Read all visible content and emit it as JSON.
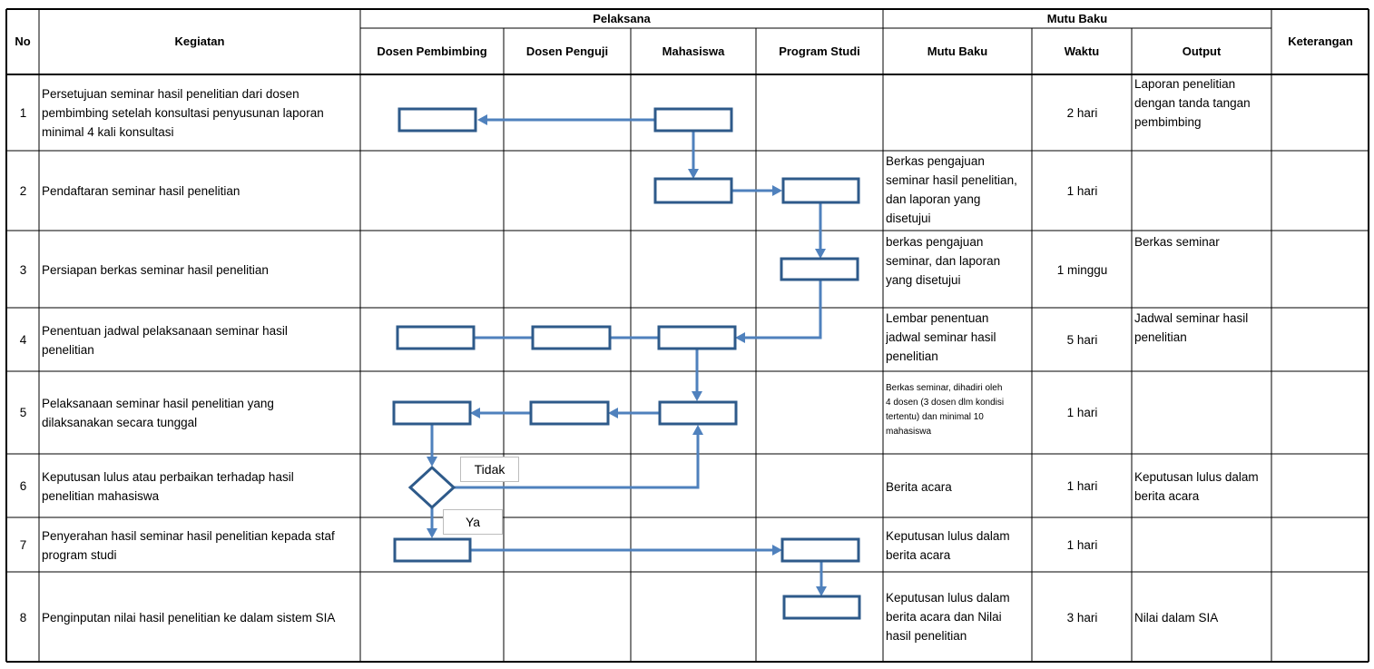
{
  "header": {
    "no": "No",
    "kegiatan": "Kegiatan",
    "pelaksana": "Pelaksana",
    "pelaksana_cols": [
      "Dosen Pembimbing",
      "Dosen Penguji",
      "Mahasiswa",
      "Program Studi"
    ],
    "mutu_baku_group": "Mutu Baku",
    "mutu_cols": [
      "Mutu Baku",
      "Waktu",
      "Output"
    ],
    "keterangan": "Keterangan"
  },
  "rows": [
    {
      "no": "1",
      "kegiatan": "Persetujuan seminar hasil penelitian dari dosen\npembimbing setelah konsultasi penyusunan laporan\nminimal 4 kali konsultasi",
      "mutu": "",
      "waktu": "2 hari",
      "output": "Laporan penelitian\ndengan tanda tangan\npembimbing"
    },
    {
      "no": "2",
      "kegiatan": "Pendaftaran seminar hasil penelitian",
      "mutu": "Berkas pengajuan\nseminar hasil penelitian,\ndan laporan  yang\ndisetujui",
      "waktu": "1 hari",
      "output": ""
    },
    {
      "no": "3",
      "kegiatan": "Persiapan berkas seminar hasil penelitian",
      "mutu": "berkas pengajuan\nseminar, dan laporan\nyang disetujui",
      "waktu": "1 minggu",
      "output": "Berkas seminar"
    },
    {
      "no": "4",
      "kegiatan": "Penentuan jadwal pelaksanaan seminar hasil\npenelitian",
      "mutu": "Lembar penentuan\njadwal seminar hasil\npenelitian",
      "waktu": "5 hari",
      "output": "Jadwal seminar hasil\npenelitian"
    },
    {
      "no": "5",
      "kegiatan": "Pelaksanaan seminar hasil penelitian yang\ndilaksanakan secara tunggal",
      "mutu": "Berkas seminar, dihadiri oleh\n4 dosen (3 dosen dlm kondisi\ntertentu) dan minimal 10\nmahasiswa",
      "waktu": "1 hari",
      "output": ""
    },
    {
      "no": "6",
      "kegiatan": "Keputusan lulus atau perbaikan terhadap hasil\npenelitian mahasiswa",
      "mutu": "Berita acara",
      "waktu": "1 hari",
      "output": "Keputusan lulus dalam\nberita acara"
    },
    {
      "no": "7",
      "kegiatan": "Penyerahan hasil seminar hasil penelitian kepada staf\nprogram studi",
      "mutu": "Keputusan lulus dalam\nberita acara",
      "waktu": "1 hari",
      "output": ""
    },
    {
      "no": "8",
      "kegiatan": "Penginputan nilai hasil penelitian ke dalam sistem SIA",
      "mutu": "Keputusan lulus dalam\nberita acara dan Nilai\nhasil penelitian",
      "waktu": "3 hari",
      "output": "Nilai dalam SIA"
    }
  ],
  "flow_labels": {
    "tidak": "Tidak",
    "ya": "Ya"
  },
  "colors": {
    "box_border": "#2e5a8a",
    "arrow": "#4f81bd",
    "grid": "#000000"
  }
}
